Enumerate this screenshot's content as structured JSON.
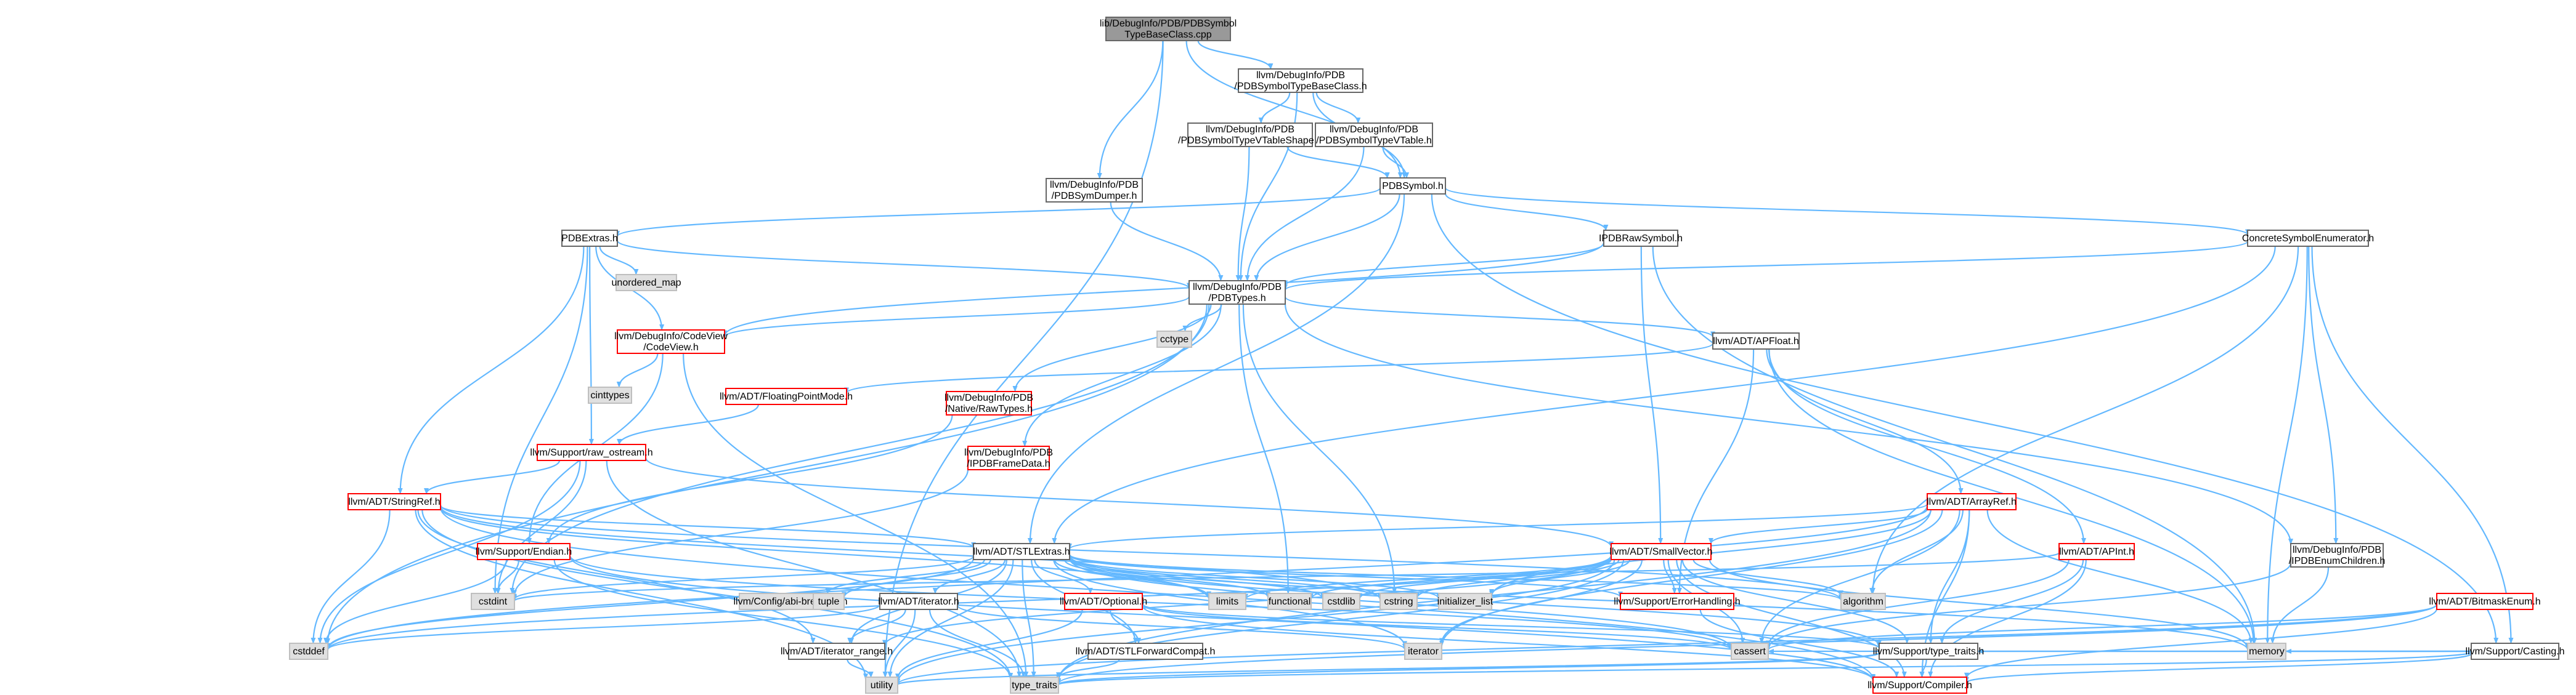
{
  "colors": {
    "edge": "#63b8ff",
    "normal_border": "#666666",
    "normal_fill": "#ffffff",
    "truncated_border": "#ff0000",
    "truncated_fill": "#ffffff",
    "external_border": "#bfbfbf",
    "external_fill": "#e0e0e0",
    "root_border": "#666666",
    "root_fill": "#999999"
  },
  "nodes": [
    {
      "id": "root",
      "kind": "root",
      "lines": [
        "lib/DebugInfo/PDB/PDBSymbol",
        "TypeBaseClass.cpp"
      ]
    },
    {
      "id": "pdbsymtbc",
      "kind": "normal",
      "lines": [
        "llvm/DebugInfo/PDB",
        "/PDBSymbolTypeBaseClass.h"
      ]
    },
    {
      "id": "pdbsymtvts",
      "kind": "normal",
      "lines": [
        "llvm/DebugInfo/PDB",
        "/PDBSymbolTypeVTableShape.h"
      ]
    },
    {
      "id": "pdbsymtvt",
      "kind": "normal",
      "lines": [
        "llvm/DebugInfo/PDB",
        "/PDBSymbolTypeVTable.h"
      ]
    },
    {
      "id": "pdbsymdumper",
      "kind": "normal",
      "lines": [
        "llvm/DebugInfo/PDB",
        "/PDBSymDumper.h"
      ]
    },
    {
      "id": "pdbsymbol",
      "kind": "normal",
      "lines": [
        "PDBSymbol.h"
      ]
    },
    {
      "id": "pdbextras",
      "kind": "normal",
      "lines": [
        "PDBExtras.h"
      ]
    },
    {
      "id": "unordered_map",
      "kind": "external",
      "lines": [
        "unordered_map"
      ]
    },
    {
      "id": "pdbtypes",
      "kind": "normal",
      "lines": [
        "llvm/DebugInfo/PDB",
        "/PDBTypes.h"
      ]
    },
    {
      "id": "ipdbrawsymbol",
      "kind": "normal",
      "lines": [
        "IPDBRawSymbol.h"
      ]
    },
    {
      "id": "concretesymenum",
      "kind": "normal",
      "lines": [
        "ConcreteSymbolEnumerator.h"
      ]
    },
    {
      "id": "codeview",
      "kind": "truncated",
      "lines": [
        "llvm/DebugInfo/CodeView",
        "/CodeView.h"
      ]
    },
    {
      "id": "cctype",
      "kind": "external",
      "lines": [
        "cctype"
      ]
    },
    {
      "id": "apfloat",
      "kind": "normal",
      "lines": [
        "llvm/ADT/APFloat.h"
      ]
    },
    {
      "id": "cinttypes",
      "kind": "external",
      "lines": [
        "cinttypes"
      ]
    },
    {
      "id": "floatingpointmode",
      "kind": "truncated",
      "lines": [
        "llvm/ADT/FloatingPointMode.h"
      ]
    },
    {
      "id": "nativerawtypes",
      "kind": "truncated",
      "lines": [
        "llvm/DebugInfo/PDB",
        "/Native/RawTypes.h"
      ]
    },
    {
      "id": "ipdbframedata",
      "kind": "truncated",
      "lines": [
        "llvm/DebugInfo/PDB",
        "/IPDBFrameData.h"
      ]
    },
    {
      "id": "rawostream",
      "kind": "truncated",
      "lines": [
        "llvm/Support/raw_ostream.h"
      ]
    },
    {
      "id": "stringref",
      "kind": "truncated",
      "lines": [
        "llvm/ADT/StringRef.h"
      ]
    },
    {
      "id": "arrayref",
      "kind": "truncated",
      "lines": [
        "llvm/ADT/ArrayRef.h"
      ]
    },
    {
      "id": "stlextras",
      "kind": "normal",
      "lines": [
        "llvm/ADT/STLExtras.h"
      ]
    },
    {
      "id": "smallvector",
      "kind": "truncated",
      "lines": [
        "llvm/ADT/SmallVector.h"
      ]
    },
    {
      "id": "apint",
      "kind": "truncated",
      "lines": [
        "llvm/ADT/APInt.h"
      ]
    },
    {
      "id": "ipdbenumchildren",
      "kind": "normal",
      "lines": [
        "llvm/DebugInfo/PDB",
        "/IPDBEnumChildren.h"
      ]
    },
    {
      "id": "endian",
      "kind": "truncated",
      "lines": [
        "llvm/Support/Endian.h"
      ]
    },
    {
      "id": "cstdint",
      "kind": "external",
      "lines": [
        "cstdint"
      ]
    },
    {
      "id": "abibreaking",
      "kind": "external",
      "lines": [
        "llvm/Config/abi-breaking.h"
      ]
    },
    {
      "id": "tuple",
      "kind": "external",
      "lines": [
        "tuple"
      ]
    },
    {
      "id": "iterator_h",
      "kind": "normal",
      "lines": [
        "llvm/ADT/iterator.h"
      ]
    },
    {
      "id": "optional",
      "kind": "truncated",
      "lines": [
        "llvm/ADT/Optional.h"
      ]
    },
    {
      "id": "limits",
      "kind": "external",
      "lines": [
        "limits"
      ]
    },
    {
      "id": "functional",
      "kind": "external",
      "lines": [
        "functional"
      ]
    },
    {
      "id": "cstdlib",
      "kind": "external",
      "lines": [
        "cstdlib"
      ]
    },
    {
      "id": "cstring",
      "kind": "external",
      "lines": [
        "cstring"
      ]
    },
    {
      "id": "initializer_list",
      "kind": "external",
      "lines": [
        "initializer_list"
      ]
    },
    {
      "id": "errorhandling",
      "kind": "truncated",
      "lines": [
        "llvm/Support/ErrorHandling.h"
      ]
    },
    {
      "id": "algorithm",
      "kind": "external",
      "lines": [
        "algorithm"
      ]
    },
    {
      "id": "bitmaskenum",
      "kind": "truncated",
      "lines": [
        "llvm/ADT/BitmaskEnum.h"
      ]
    },
    {
      "id": "casting",
      "kind": "normal",
      "lines": [
        "llvm/Support/Casting.h"
      ]
    },
    {
      "id": "cstddef",
      "kind": "external",
      "lines": [
        "cstddef"
      ]
    },
    {
      "id": "iterator_range",
      "kind": "normal",
      "lines": [
        "llvm/ADT/iterator_range.h"
      ]
    },
    {
      "id": "stlforward",
      "kind": "normal",
      "lines": [
        "llvm/ADT/STLForwardCompat.h"
      ]
    },
    {
      "id": "iterator",
      "kind": "external",
      "lines": [
        "iterator"
      ]
    },
    {
      "id": "cassert",
      "kind": "external",
      "lines": [
        "cassert"
      ]
    },
    {
      "id": "typetraits_h",
      "kind": "normal",
      "lines": [
        "llvm/Support/type_traits.h"
      ]
    },
    {
      "id": "memory",
      "kind": "external",
      "lines": [
        "memory"
      ]
    },
    {
      "id": "utility",
      "kind": "external",
      "lines": [
        "utility"
      ]
    },
    {
      "id": "type_traits",
      "kind": "external",
      "lines": [
        "type_traits"
      ]
    },
    {
      "id": "compiler",
      "kind": "truncated",
      "lines": [
        "llvm/Support/Compiler.h"
      ]
    }
  ]
}
